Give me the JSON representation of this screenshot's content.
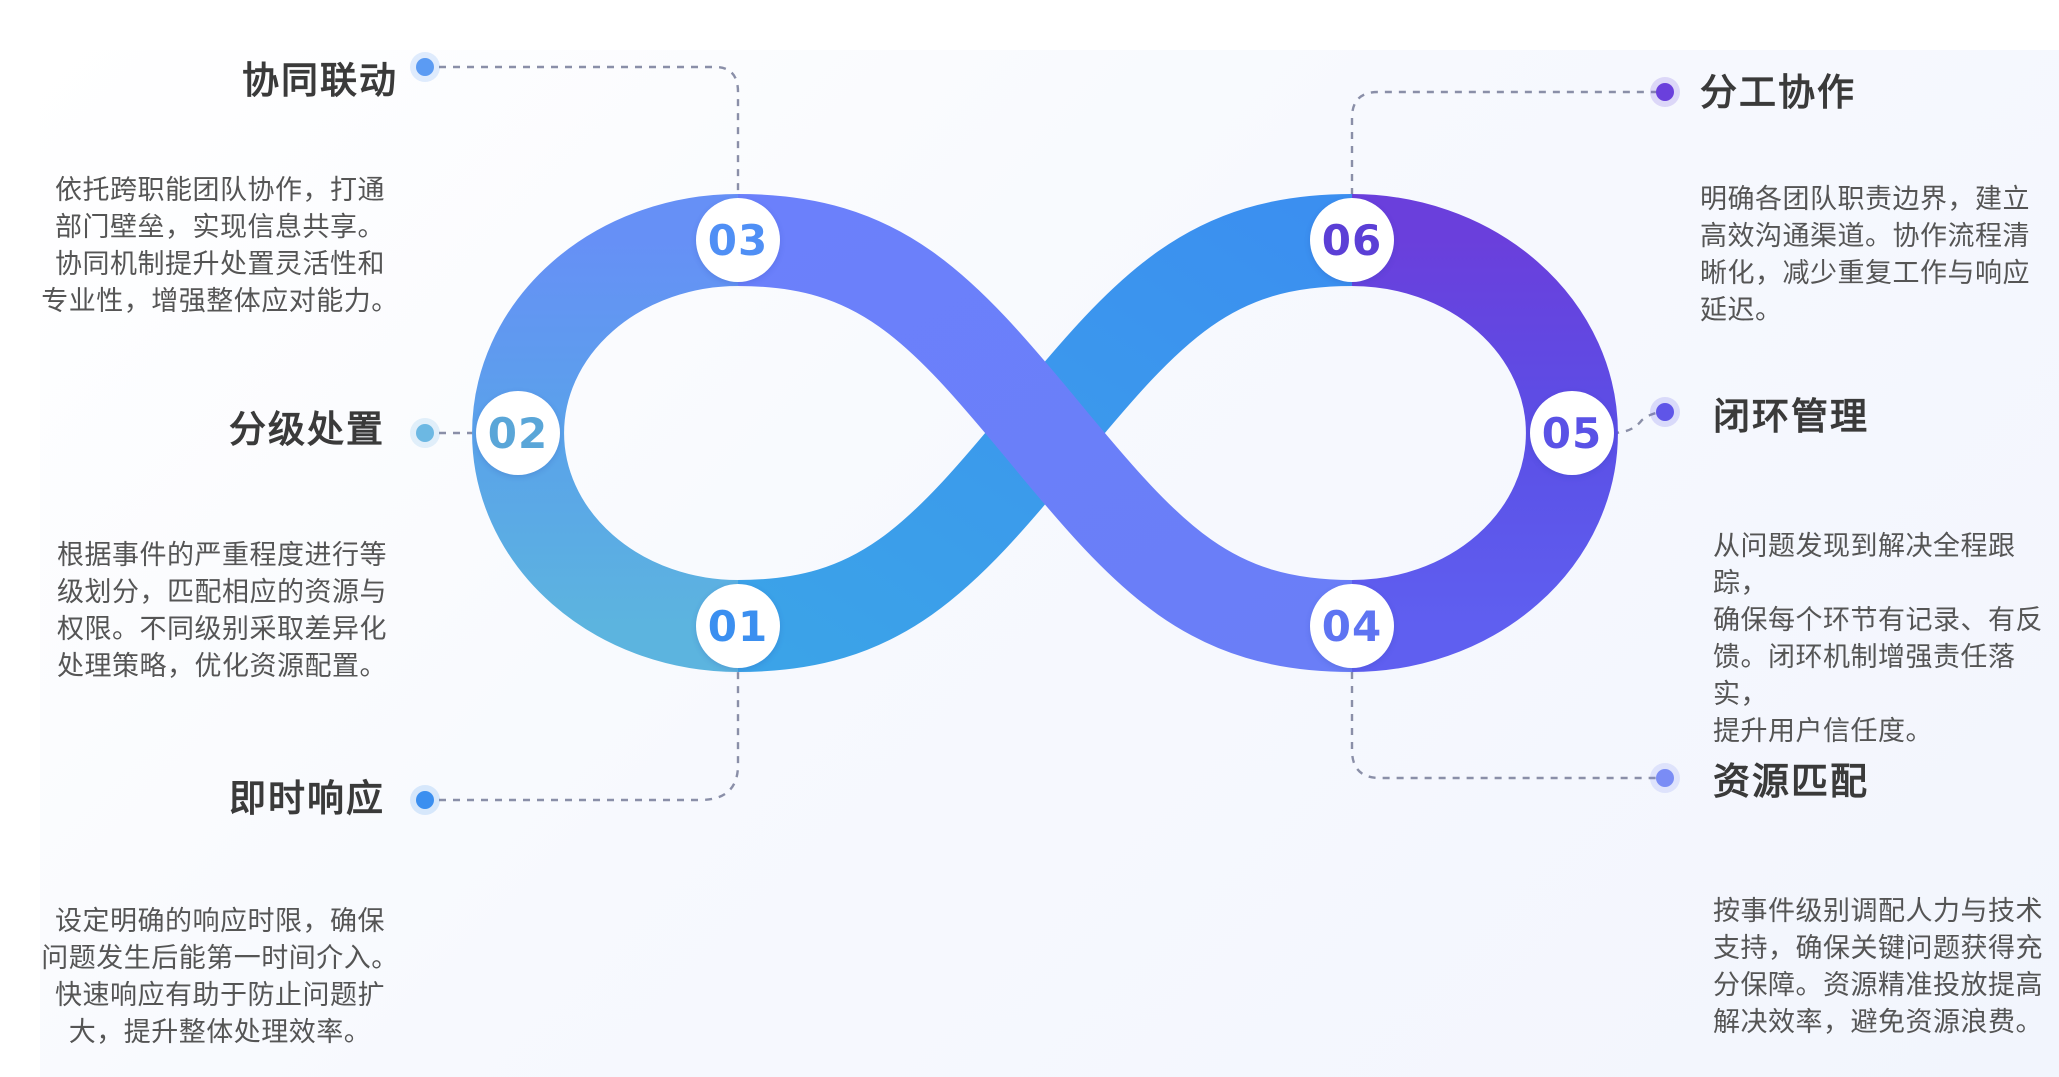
{
  "colors": {
    "blue_light": "#5bb3e0",
    "blue_mid": "#3b8ff0",
    "periwinkle": "#6b7df8",
    "violet": "#5a4fe6",
    "purple_deep": "#6b3fdb",
    "connector": "#8a8fa8",
    "heading_text": "#3a3a3a",
    "body_text": "#555555"
  },
  "steps": [
    {
      "num": "01",
      "title": "即时响应",
      "desc": [
        "设定明确的响应时限，确保",
        "问题发生后能第一时间介入。",
        "快速响应有助于防止问题扩",
        "大，提升整体处理效率。"
      ],
      "num_color": "#3b8ff0",
      "dot_color": "#3b8ff0"
    },
    {
      "num": "02",
      "title": "分级处置",
      "desc": [
        "根据事件的严重程度进行等",
        "级划分，匹配相应的资源与",
        "权限。不同级别采取差异化",
        "处理策略，优化资源配置。"
      ],
      "num_color": "#5aa6d8",
      "dot_color": "#6cb8e3"
    },
    {
      "num": "03",
      "title": "协同联动",
      "desc": [
        "依托跨职能团队协作，打通",
        "部门壁垒，实现信息共享。",
        "协同机制提升处置灵活性和",
        "专业性，增强整体应对能力。"
      ],
      "num_color": "#4f8ff5",
      "dot_color": "#5b9bf3"
    },
    {
      "num": "04",
      "title": "资源匹配",
      "desc": [
        "按事件级别调配人力与技术",
        "支持，确保关键问题获得充",
        "分保障。资源精准投放提高",
        "解决效率，避免资源浪费。"
      ],
      "num_color": "#5e74f2",
      "dot_color": "#7a8cf5"
    },
    {
      "num": "05",
      "title": "闭环管理",
      "desc": [
        "从问题发现到解决全程跟踪，",
        "确保每个环节有记录、有反",
        "馈。闭环机制增强责任落实，",
        "提升用户信任度。"
      ],
      "num_color": "#5a52e6",
      "dot_color": "#5f55e8"
    },
    {
      "num": "06",
      "title": "分工协作",
      "desc": [
        "明确各团队职责边界，建立",
        "高效沟通渠道。协作流程清",
        "晰化，减少重复工作与响应",
        "延迟。"
      ],
      "num_color": "#5b3fd6",
      "dot_color": "#6a40dc"
    }
  ]
}
